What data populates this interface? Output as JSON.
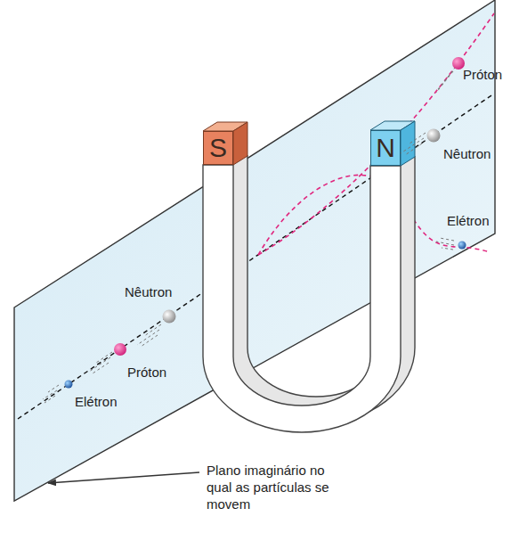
{
  "diagram": {
    "nodes": [
      {
        "text": [
          "S"
        ]
      },
      {
        "text": [
          "N"
        ]
      }
    ],
    "labels": [
      "Próton",
      "Nêutron",
      "Elétron",
      "Nêutron",
      "Próton",
      "Elétron",
      "Plano imaginário no qual as partículas se movem"
    ]
  }
}
